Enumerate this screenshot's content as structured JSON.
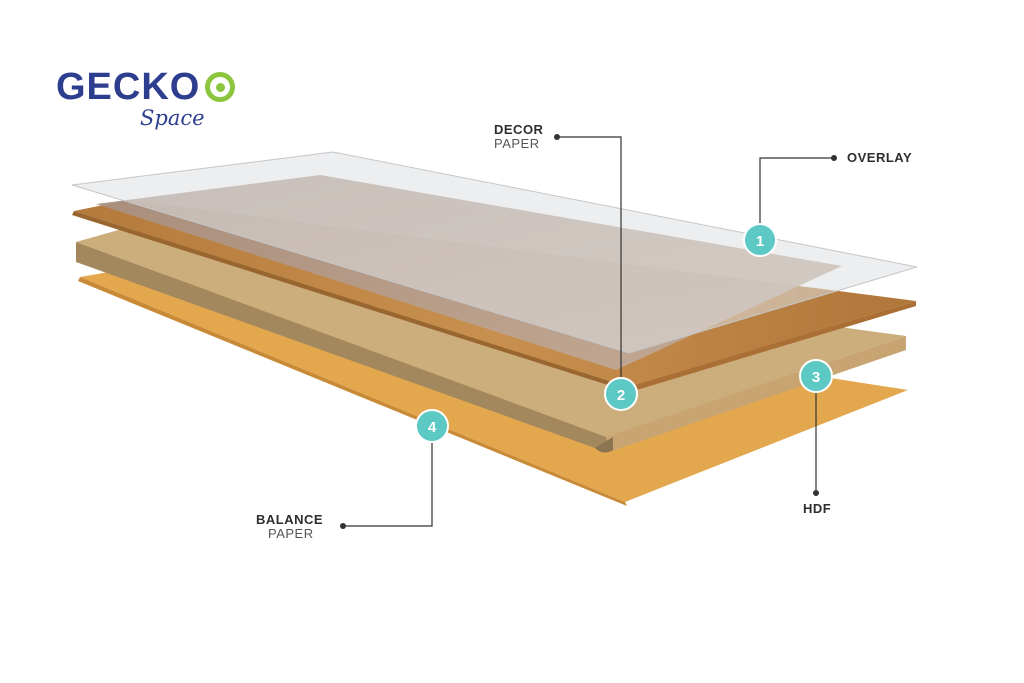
{
  "logo": {
    "brand": "GECKO",
    "tagline": "Space"
  },
  "layers": [
    {
      "number": "1",
      "name": "OVERLAY",
      "sub": ""
    },
    {
      "number": "2",
      "name": "DECOR",
      "sub": "PAPER"
    },
    {
      "number": "3",
      "name": "HDF",
      "sub": ""
    },
    {
      "number": "4",
      "name": "BALANCE",
      "sub": "PAPER"
    }
  ],
  "colors": {
    "badge": "#5cc9c4",
    "brand": "#2d3e8f",
    "brand_accent": "#8cc63f",
    "overlay": "#d9dadb",
    "decor": "#b98443",
    "hdf": "#c9a772",
    "balance": "#e5a94f"
  }
}
